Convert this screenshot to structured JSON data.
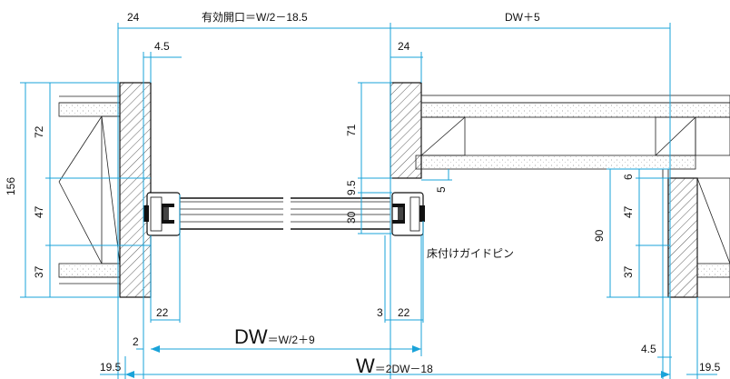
{
  "top_labels": {
    "left_24": "24",
    "effective_opening": "有効開口＝W/2－18.5",
    "dw_plus_5": "DW＋5"
  },
  "left_side": {
    "dim_4_5": "4.5",
    "dim_156": "156",
    "dim_72": "72",
    "dim_47": "47",
    "dim_37": "37",
    "dim_22": "22",
    "dim_2": "2",
    "dim_19_5": "19.5"
  },
  "center": {
    "dim_24": "24",
    "dim_71": "71",
    "dim_9_5": "9.5",
    "dim_30": "30",
    "dim_5": "5",
    "dim_3": "3",
    "dim_22": "22",
    "floor_guide_pin": "床付けガイドピン"
  },
  "right_side": {
    "dim_6": "6",
    "dim_47": "47",
    "dim_90": "90",
    "dim_37": "37",
    "dim_4_5": "4.5",
    "dim_19_5": "19.5"
  },
  "bottom": {
    "dw_main": "DW",
    "dw_sub": "＝W/2＋9",
    "w_main": "W",
    "w_sub": "＝2DW－18"
  },
  "colors": {
    "dimension_line": "#1aa3d9",
    "outline": "#111111"
  }
}
